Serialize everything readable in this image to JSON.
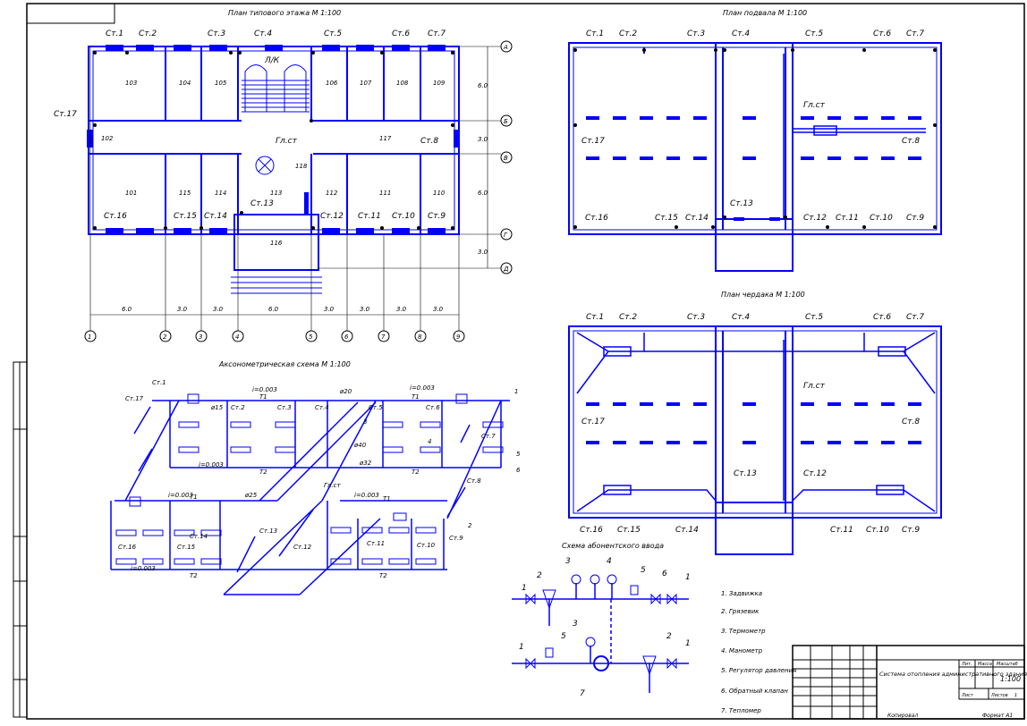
{
  "titles": {
    "floor_plan": "План типового этажа М 1:100",
    "basement_plan": "План подвала М 1:100",
    "attic_plan": "План чердака М 1:100",
    "axonometric": "Аксонометрическая схема М 1:100",
    "inlet": "Схема абонентского ввода"
  },
  "risers": [
    "Ст.1",
    "Ст.2",
    "Ст.3",
    "Ст.4",
    "Ст.5",
    "Ст.6",
    "Ст.7",
    "Ст.8",
    "Ст.9",
    "Ст.10",
    "Ст.11",
    "Ст.12",
    "Ст.13",
    "Ст.14",
    "Ст.15",
    "Ст.16",
    "Ст.17"
  ],
  "main_riser": "Гл.ст",
  "stair_label": "Л/К",
  "rooms_top": [
    "103",
    "104",
    "105",
    "106",
    "107",
    "108",
    "109"
  ],
  "rooms_mid": [
    "102",
    "117",
    "118"
  ],
  "rooms_bottom": [
    "101",
    "115",
    "114",
    "113",
    "112",
    "111",
    "110"
  ],
  "room_116": "116",
  "axes_horizontal": [
    "1",
    "2",
    "3",
    "4",
    "5",
    "6",
    "7",
    "8",
    "9"
  ],
  "axes_vertical": [
    "А",
    "Б",
    "В",
    "Г",
    "Д"
  ],
  "dims_horizontal": [
    "6.0",
    "3.0",
    "3.0",
    "6.0",
    "3.0",
    "3.0",
    "3.0",
    "3.0"
  ],
  "dims_vertical": [
    "6.0",
    "3.0",
    "6.0",
    "3.0"
  ],
  "pipe_labels": {
    "supply": "Т1",
    "return": "Т2",
    "diameters": [
      "ø15",
      "ø20",
      "ø25",
      "ø32",
      "ø40"
    ],
    "slope": "i=0.003"
  },
  "legend": [
    "1. Задвижка",
    "2. Грязевик",
    "3. Термометр",
    "4. Манометр",
    "5. Регулятор давления",
    "6. Обратный клапан",
    "7. Тепломер"
  ],
  "title_block": {
    "name": "Система отопления административного здания промышленного предприятия",
    "col_headers": [
      "Лит.",
      "Масса",
      "Масштаб"
    ],
    "scale": "1:100",
    "sheet_label": "Лист",
    "sheets_label": "Листов",
    "sheets_count": "1",
    "copied": "Копировал",
    "format": "Формат А1"
  }
}
